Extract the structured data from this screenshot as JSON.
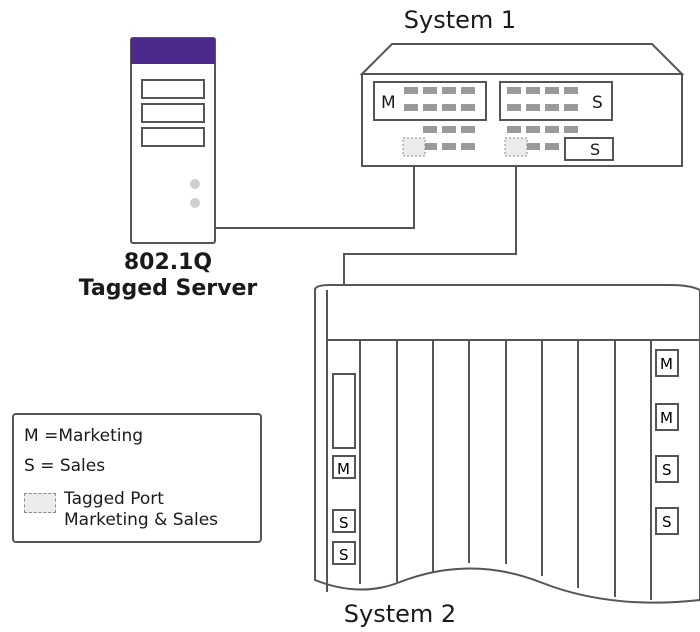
{
  "system1": {
    "title": "System 1",
    "left_group_label": "M",
    "right_group_label": "S",
    "bottom_right_label": "S"
  },
  "system2": {
    "title": "System 2",
    "left_slot_labels": [
      "M",
      "S",
      "S"
    ],
    "right_slot_labels": [
      "M",
      "M",
      "S",
      "S"
    ]
  },
  "server": {
    "line1": "802.1Q",
    "line2": "Tagged Server"
  },
  "legend": {
    "m_entry": "M =Marketing",
    "s_entry": "S = Sales",
    "tagged_line1": "Tagged Port",
    "tagged_line2": "Marketing & Sales"
  },
  "colors": {
    "server_top": "#4a2a8a",
    "tagged_fill": "#ececec",
    "stroke": "#555555"
  }
}
